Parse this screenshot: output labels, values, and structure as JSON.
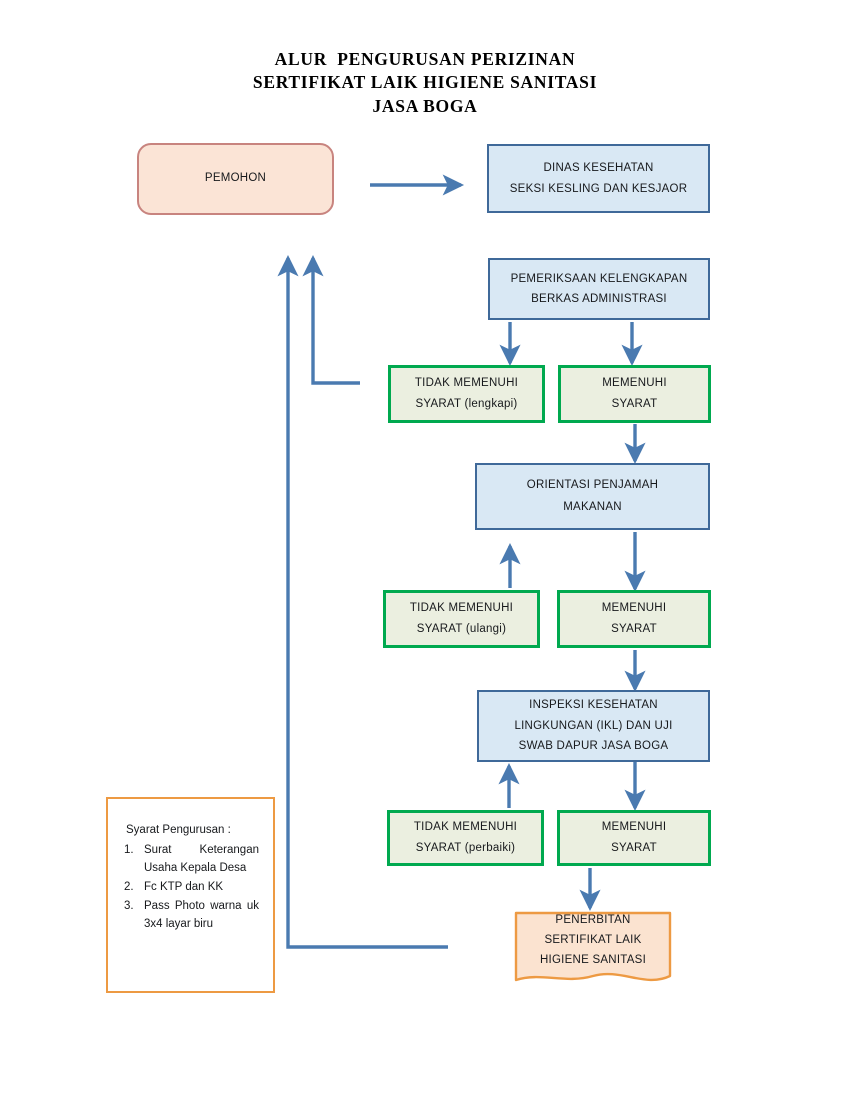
{
  "title": {
    "line1": "ALUR  PENGURUSAN PERIZINAN",
    "line2": "SERTIFIKAT LAIK HIGIENE SANITASI",
    "line3": "JASA BOGA"
  },
  "colors": {
    "blue_fill": "#d9e8f4",
    "blue_border": "#3f6999",
    "green_fill": "#ebefe0",
    "green_border": "#00a94f",
    "peach_fill": "#fbe4d6",
    "peach_border": "#c8847f",
    "doc_fill": "#fbe3d0",
    "doc_border": "#ed9a43",
    "orange_border": "#ed9a43",
    "arrow": "#4a7ab0"
  },
  "nodes": {
    "pemohon": {
      "line1": "PEMOHON"
    },
    "dinas": {
      "line1": "DINAS KESEHATAN",
      "line2": "SEKSI KESLING DAN KESJAOR"
    },
    "pemeriksaan": {
      "line1": "PEMERIKSAAN KELENGKAPAN",
      "line2": "BERKAS ADMINISTRASI"
    },
    "tidak_lengkapi": {
      "line1": "TIDAK MEMENUHI",
      "line2": "SYARAT (lengkapi)"
    },
    "memenuhi_1": {
      "line1": "MEMENUHI",
      "line2": "SYARAT"
    },
    "orientasi": {
      "line1": "ORIENTASI PENJAMAH",
      "line2": "MAKANAN"
    },
    "tidak_ulangi": {
      "line1": "TIDAK MEMENUHI",
      "line2": "SYARAT (ulangi)"
    },
    "memenuhi_2": {
      "line1": "MEMENUHI",
      "line2": "SYARAT"
    },
    "inspeksi": {
      "line1": "INSPEKSI KESEHATAN",
      "line2": "LINGKUNGAN (IKL) DAN UJI",
      "line3": "SWAB DAPUR JASA BOGA"
    },
    "tidak_perbaiki": {
      "line1": "TIDAK MEMENUHI",
      "line2": "SYARAT (perbaiki)"
    },
    "memenuhi_3": {
      "line1": "MEMENUHI",
      "line2": "SYARAT"
    },
    "penerbitan": {
      "line1": "PENERBITAN",
      "line2": "SERTIFIKAT LAIK",
      "line3": "HIGIENE SANITASI"
    }
  },
  "requirements": {
    "heading": "Syarat Pengurusan :",
    "items": [
      {
        "num": "1.",
        "text": "Surat   Keterangan Usaha           Kepala Desa"
      },
      {
        "num": "2.",
        "text": "Fc KTP dan KK"
      },
      {
        "num": "3.",
        "text": "Pass  Photo  warna uk 3x4 layar biru"
      }
    ]
  }
}
